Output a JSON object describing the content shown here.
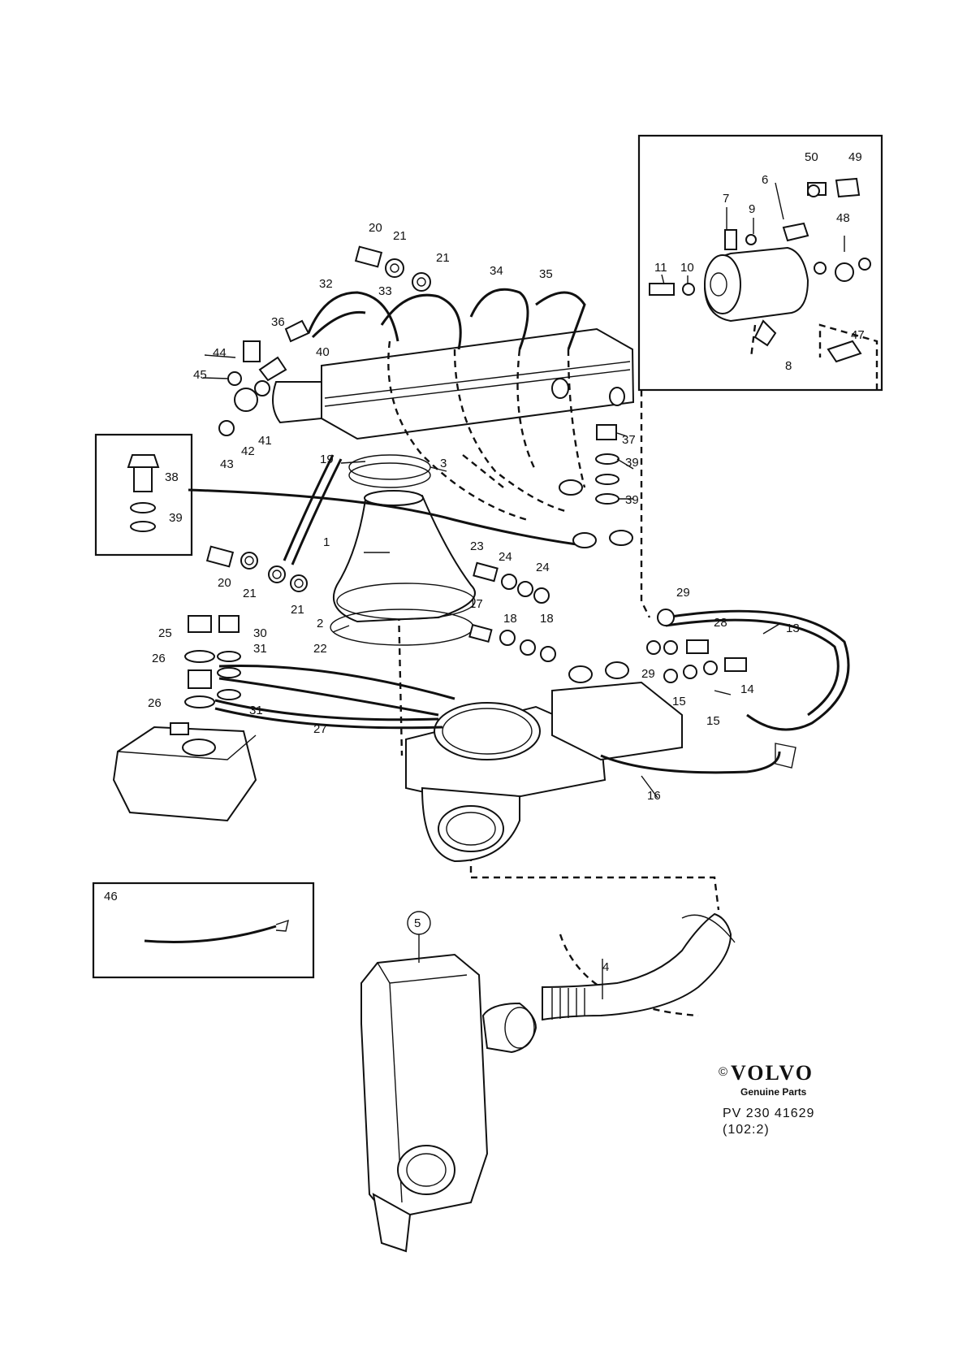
{
  "callouts": [
    "1",
    "2",
    "3",
    "4",
    "5",
    "6",
    "7",
    "8",
    "9",
    "10",
    "11",
    "13",
    "14",
    "15",
    "15",
    "16",
    "17",
    "18",
    "18",
    "19",
    "20",
    "20",
    "21",
    "21",
    "21",
    "21",
    "22",
    "23",
    "24",
    "24",
    "25",
    "26",
    "26",
    "27",
    "28",
    "29",
    "29",
    "30",
    "31",
    "31",
    "32",
    "33",
    "34",
    "35",
    "36",
    "37",
    "38",
    "39",
    "39",
    "39",
    "40",
    "41",
    "42",
    "43",
    "44",
    "45",
    "46",
    "47",
    "48",
    "49",
    "50"
  ],
  "brand": {
    "copyright": "©",
    "name": "VOLVO",
    "tagline": "Genuine Parts"
  },
  "reference": {
    "code": "PV 230 41629",
    "page": "(102:2)"
  },
  "colors": {
    "ink": "#111111",
    "paper": "#ffffff"
  }
}
